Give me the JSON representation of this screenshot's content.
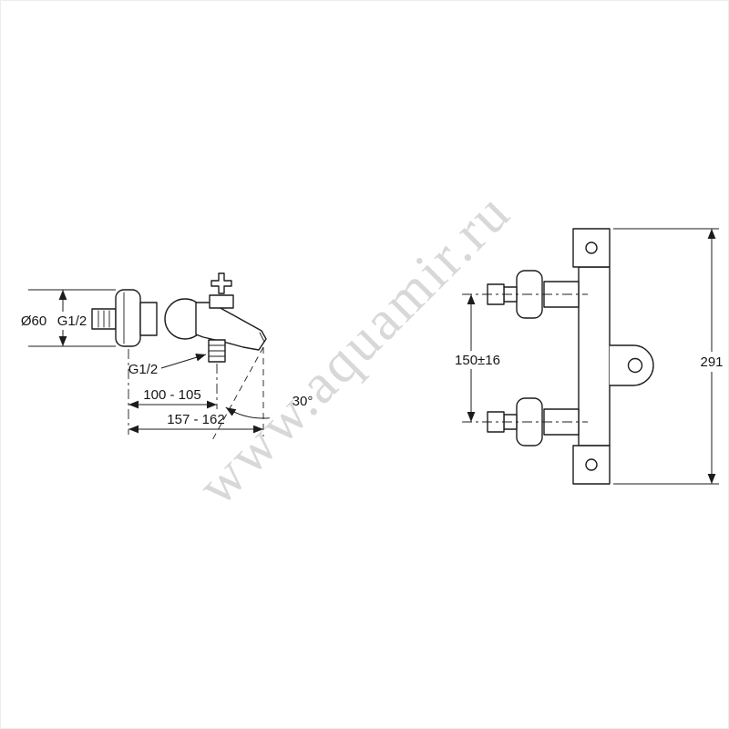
{
  "watermark": {
    "text": "www.aquamir.ru"
  },
  "colors": {
    "line": "#1c1c1c",
    "watermark": "#bdbdbd",
    "background": "#ffffff"
  },
  "side_view": {
    "labels": {
      "flange_diameter": "Ø60",
      "inlet_thread": "G1/2",
      "handshower_thread": "G1/2",
      "depth_to_outlet": "100 - 105",
      "depth_to_spout_tip": "157 - 162",
      "spout_angle": "30°"
    }
  },
  "front_view": {
    "labels": {
      "inlet_spacing": "150±16",
      "total_height": "291"
    }
  }
}
